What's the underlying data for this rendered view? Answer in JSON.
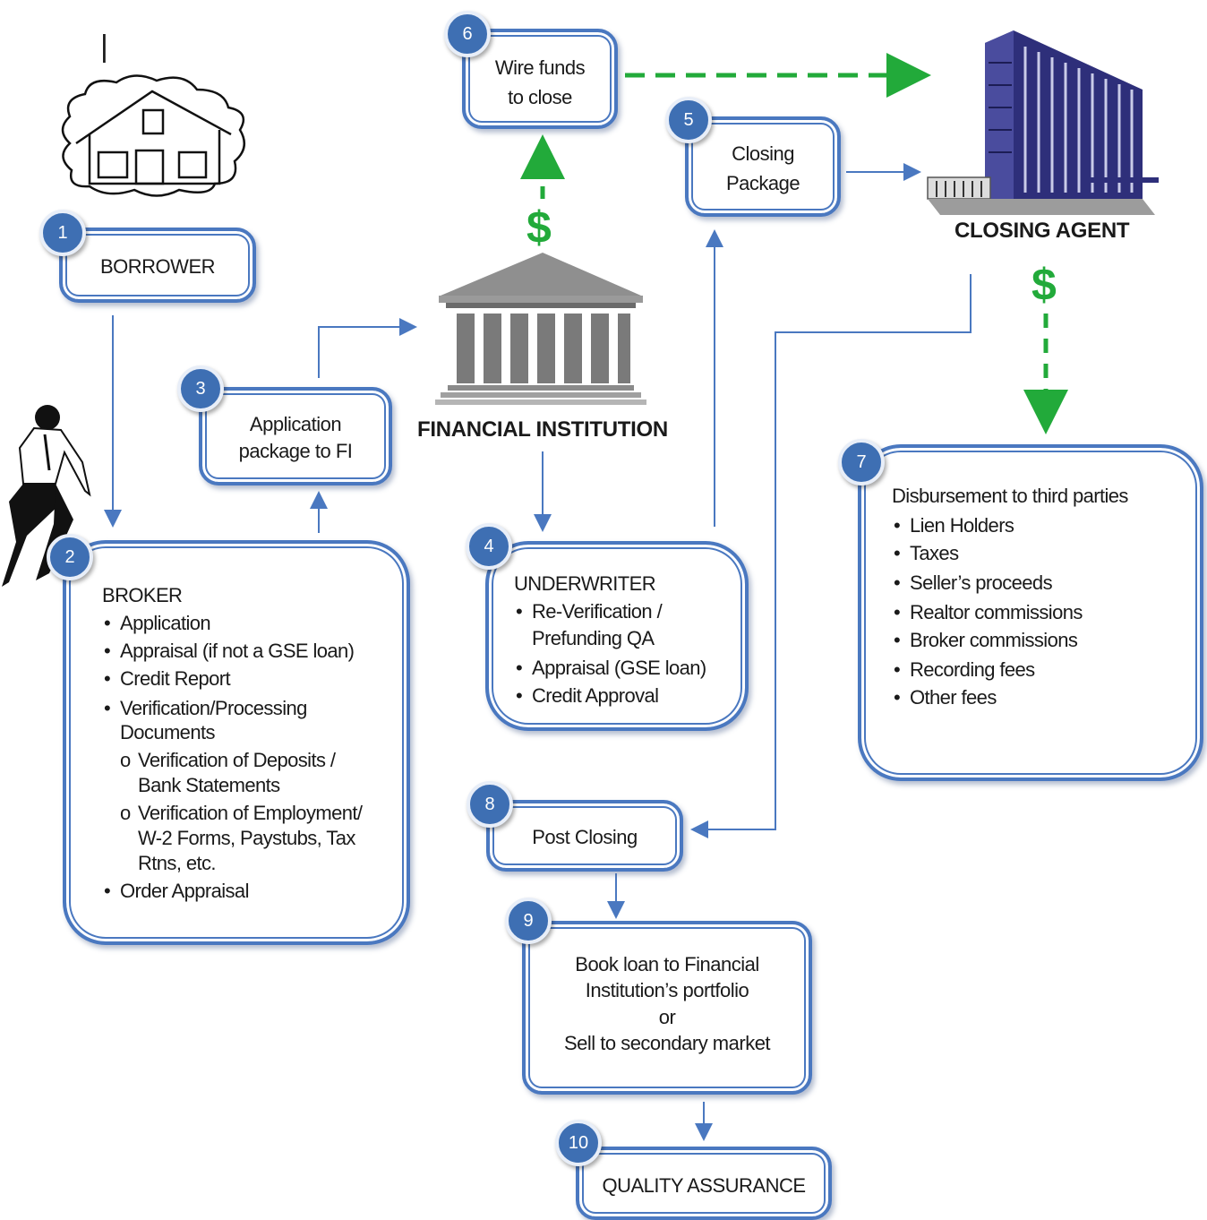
{
  "steps": {
    "s1": {
      "num": "1",
      "label": "BORROWER"
    },
    "s2": {
      "num": "2",
      "title": "BROKER",
      "items": [
        "Application",
        "Appraisal (if not a GSE loan)",
        "Credit Report",
        "Verification/Processing",
        "Documents",
        "Verification of Deposits /",
        "Bank Statements",
        "Verification of Employment/",
        "W-2 Forms, Paystubs, Tax",
        "Rtns, etc.",
        "Order Appraisal"
      ]
    },
    "s3": {
      "num": "3",
      "line1": "Application",
      "line2": "package to FI"
    },
    "s4": {
      "num": "4",
      "title": "UNDERWRITER",
      "items": [
        "Re-Verification /",
        "Prefunding QA",
        "Appraisal (GSE loan)",
        "Credit Approval"
      ]
    },
    "s5": {
      "num": "5",
      "line1": "Closing",
      "line2": "Package"
    },
    "s6": {
      "num": "6",
      "line1": "Wire funds",
      "line2": "to close"
    },
    "s7": {
      "num": "7",
      "title": "Disbursement to third parties",
      "items": [
        "Lien Holders",
        "Taxes",
        "Seller’s proceeds",
        "Realtor commissions",
        "Broker commissions",
        "Recording fees",
        "Other fees"
      ]
    },
    "s8": {
      "num": "8",
      "label": "Post Closing"
    },
    "s9": {
      "num": "9",
      "line1": "Book loan to Financial",
      "line2": "Institution’s portfolio",
      "line3": "or",
      "line4": "Sell to secondary market"
    },
    "s10": {
      "num": "10",
      "label": "QUALITY ASSURANCE"
    }
  },
  "labels": {
    "financial_institution": "FINANCIAL INSTITUTION",
    "closing_agent": "CLOSING AGENT",
    "dollar": "$",
    "top_mark": "|"
  },
  "colors": {
    "box_border": "#4a78c0",
    "badge": "#3e6fb3",
    "arrow": "#4a78c0",
    "money_arrow": "#22aa3a"
  },
  "icons": [
    "house-icon",
    "broker-person-icon",
    "bank-building-icon",
    "office-building-icon"
  ]
}
